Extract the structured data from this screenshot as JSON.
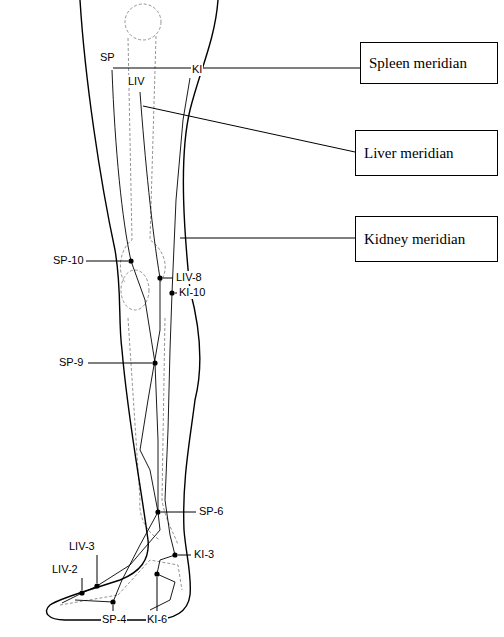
{
  "diagram": {
    "nodes": [
      {
        "text": [
          "Spleen meridian"
        ]
      },
      {
        "text": [
          "Liver meridian"
        ]
      },
      {
        "text": [
          "Kidney meridian"
        ]
      }
    ],
    "labels": [
      "SP",
      "LIV",
      "KI",
      "SP-10",
      "LIV-8",
      "KI-10",
      "SP-9",
      "SP-6",
      "KI-3",
      "LIV-3",
      "LIV-2",
      "SP-4",
      "KI-6"
    ]
  }
}
